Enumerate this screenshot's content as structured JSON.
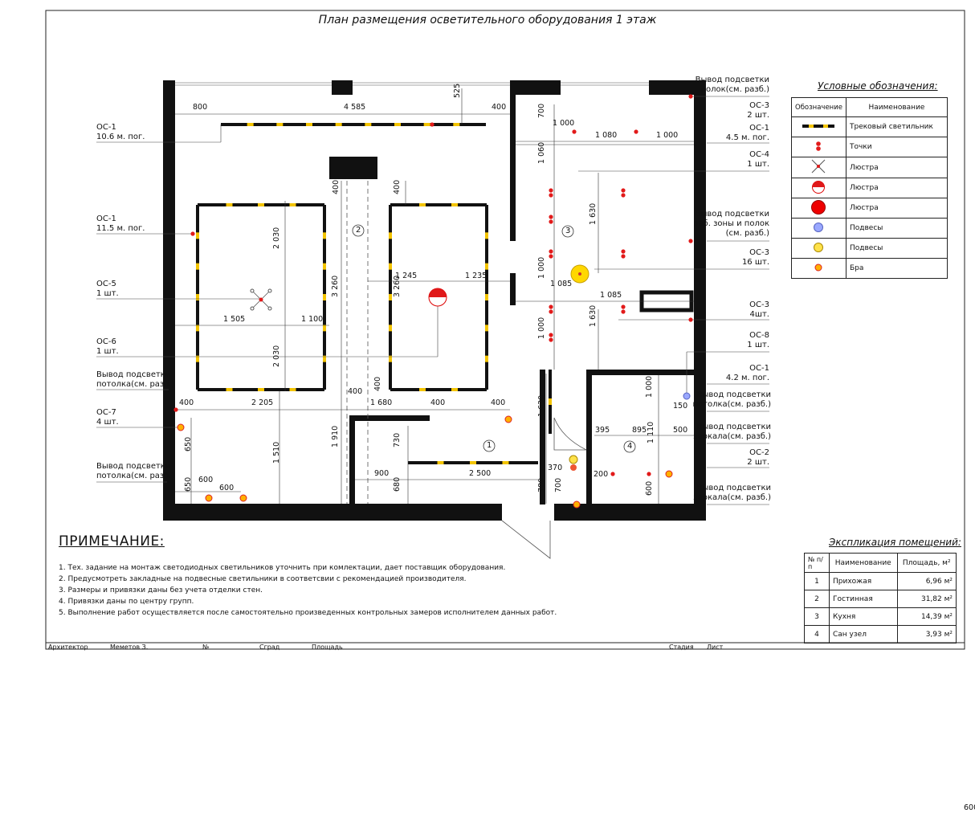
{
  "title": "План размещения осветительного оборудования 1 этаж",
  "legend": {
    "title": "Условные обозначения:",
    "header": [
      "Обозначение",
      "Наименование"
    ],
    "items": [
      {
        "icon": "track-light-icon",
        "name": "Трековый светильник"
      },
      {
        "icon": "spot-icon",
        "name": "Точки"
      },
      {
        "icon": "chandelier-x-icon",
        "name": "Люстра"
      },
      {
        "icon": "chandelier-half-icon",
        "name": "Люстра"
      },
      {
        "icon": "chandelier-red-icon",
        "name": "Люстра"
      },
      {
        "icon": "pendant-blue-icon",
        "name": "Подвесы"
      },
      {
        "icon": "pendant-yellow-icon",
        "name": "Подвесы"
      },
      {
        "icon": "sconce-icon",
        "name": "Бра"
      }
    ]
  },
  "labels_left": [
    {
      "line1": "ОС-1",
      "line2": "10.6 м. пог."
    },
    {
      "line1": "ОС-1",
      "line2": "11.5 м. пог."
    },
    {
      "line1": "ОС-5",
      "line2": "1 шт."
    },
    {
      "line1": "ОС-6",
      "line2": "1 шт."
    },
    {
      "line1": "Вывод подсветки",
      "line2": "потолка(см. разб.)"
    },
    {
      "line1": "ОС-7",
      "line2": "4 шт."
    },
    {
      "line1": "Вывод подсветки",
      "line2": "потолка(см. разб.)"
    }
  ],
  "labels_right": [
    {
      "line1": "Вывод подсветки",
      "line2": "полок(см. разб.)"
    },
    {
      "line1": "ОС-3",
      "line2": "2 шт."
    },
    {
      "line1": "ОС-1",
      "line2": "4.5 м. пог."
    },
    {
      "line1": "ОС-4",
      "line2": "1 шт."
    },
    {
      "line1": "Вывод подсветки",
      "line2": "раб. зоны и полок",
      "line3": "(см. разб.)"
    },
    {
      "line1": "ОС-3",
      "line2": "16 шт."
    },
    {
      "line1": "ОС-3",
      "line2": "4шт."
    },
    {
      "line1": "ОС-8",
      "line2": "1 шт."
    },
    {
      "line1": "ОС-1",
      "line2": "4.2 м. пог."
    },
    {
      "line1": "Вывод подсветки",
      "line2": "потолка(см. разб.)"
    },
    {
      "line1": "Вывод подсветки",
      "line2": "зеркала(см. разб.)"
    },
    {
      "line1": "ОС-2",
      "line2": "2 шт."
    },
    {
      "line1": "Вывод подсветки",
      "line2": "зеркала(см. разб.)"
    }
  ],
  "dimensions": [
    "800",
    "4 585",
    "525",
    "400",
    "700",
    "1 000",
    "1 080",
    "1 000",
    "1 060",
    "400",
    "400",
    "2 030",
    "3 260",
    "3 260",
    "1 505",
    "1 100",
    "2 030",
    "1 245",
    "1 235",
    "1 000",
    "1 630",
    "1 085",
    "1 000",
    "1 085",
    "1 630",
    "1 000",
    "400",
    "2 205",
    "400",
    "400",
    "1 680",
    "400",
    "400",
    "1 630",
    "600",
    "395",
    "895",
    "500",
    "150",
    "1 110",
    "650",
    "1 510",
    "1 910",
    "730",
    "900",
    "2 500",
    "370",
    "200",
    "600",
    "600",
    "650",
    "680",
    "780",
    "700",
    "600"
  ],
  "rooms": [
    "1",
    "2",
    "3",
    "4"
  ],
  "notes": {
    "title": "ПРИМЕЧАНИЕ:",
    "items": [
      "1. Тех. задание на монтаж светодиодных светильников уточнить при комлектации, дает поставщик оборудования.",
      "2. Предусмотреть закладные на подвесные светильники в соответсвии с рекомендацией производителя.",
      "3. Размеры и привязки даны без учета отделки стен.",
      "4. Привязки даны по центру групп.",
      "5. Выполнение работ осуществляется после самостоятельно произведенных контрольных замеров исполнителем данных работ."
    ]
  },
  "explication": {
    "title": "Экспликация помещений:",
    "header": [
      "№ п/п",
      "Наименование",
      "Площадь, м²"
    ],
    "rows": [
      [
        "1",
        "Прихожая",
        "6,96 м²"
      ],
      [
        "2",
        "Гостинная",
        "31,82 м²"
      ],
      [
        "3",
        "Кухня",
        "14,39 м²"
      ],
      [
        "4",
        "Сан узел",
        "3,93 м²"
      ]
    ]
  },
  "stamp": [
    "Архитектор",
    "Меметов З.",
    "№",
    "Сград",
    "Площадь",
    "Стадия",
    "Лист"
  ]
}
